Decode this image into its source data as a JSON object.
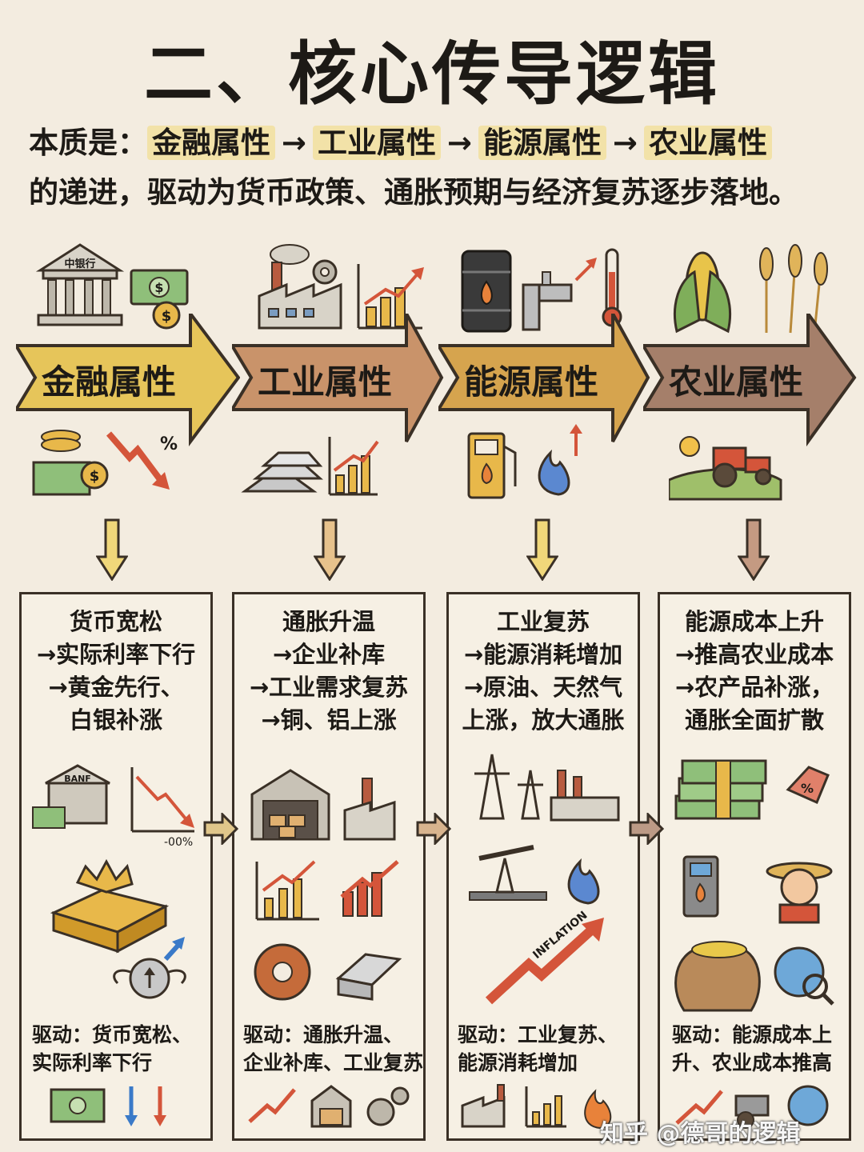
{
  "title": "二、核心传导逻辑",
  "intro": {
    "prefix": "本质是：",
    "stages": [
      "金融属性",
      "工业属性",
      "能源属性",
      "农业属性"
    ],
    "arrow": "→",
    "line2": "的递进，驱动为货币政策、通胀预期与经济复苏逐步落地。"
  },
  "columns": [
    {
      "banner": "金融属性",
      "banner_color": "#e6c55a",
      "bank_label": "中银行",
      "head": [
        "货币宽松",
        "→实际利率下行",
        "→黄金先行、",
        "白银补涨"
      ],
      "bank_label2": "BANF",
      "chart_label": "-00%",
      "drive": [
        "驱动：货币宽松、",
        "实际利率下行"
      ]
    },
    {
      "banner": "工业属性",
      "banner_color": "#c9936a",
      "head": [
        "通胀升温",
        "→企业补库",
        "→工业需求复苏",
        "→铜、铝上涨"
      ],
      "drive": [
        "驱动：通胀升温、",
        "企业补库、工业复苏"
      ]
    },
    {
      "banner": "能源属性",
      "banner_color": "#d6a44e",
      "head": [
        "工业复苏",
        "→能源消耗增加",
        "→原油、天然气",
        "上涨，放大通胀"
      ],
      "inflation_label": "INFLATION",
      "drive": [
        "驱动：工业复苏、",
        "能源消耗增加"
      ]
    },
    {
      "banner": "农业属性",
      "banner_color": "#a57f6a",
      "head": [
        "能源成本上升",
        "→推高农业成本",
        "→农产品补涨，",
        "通胀全面扩散"
      ],
      "drive": [
        "驱动：能源成本上",
        "升、农业成本推高"
      ]
    }
  ],
  "watermark": "知乎 @德哥的逻辑",
  "colors": {
    "background": "#f3ece0",
    "outline": "#3a3026",
    "highlight": "#f2e2a8"
  }
}
